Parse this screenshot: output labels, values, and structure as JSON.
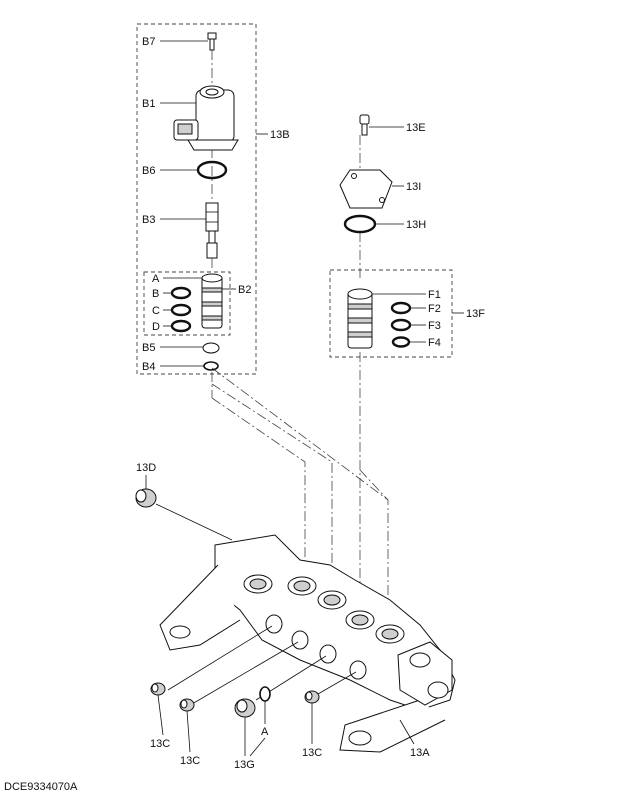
{
  "drawing_code": "DCE9334070A",
  "callouts": {
    "b7": "B7",
    "b1": "B1",
    "b6": "B6",
    "b3": "B3",
    "a": "A",
    "b": "B",
    "c": "C",
    "d": "D",
    "b2": "B2",
    "b5": "B5",
    "b4": "B4",
    "b13": "13B",
    "e13": "13E",
    "i13": "13I",
    "h13": "13H",
    "f1": "F1",
    "f2": "F2",
    "f3": "F3",
    "f4": "F4",
    "f13": "13F",
    "d13": "13D",
    "c13_1": "13C",
    "c13_2": "13C",
    "g13": "13G",
    "a_lower": "A",
    "c13_3": "13C",
    "a13": "13A"
  }
}
